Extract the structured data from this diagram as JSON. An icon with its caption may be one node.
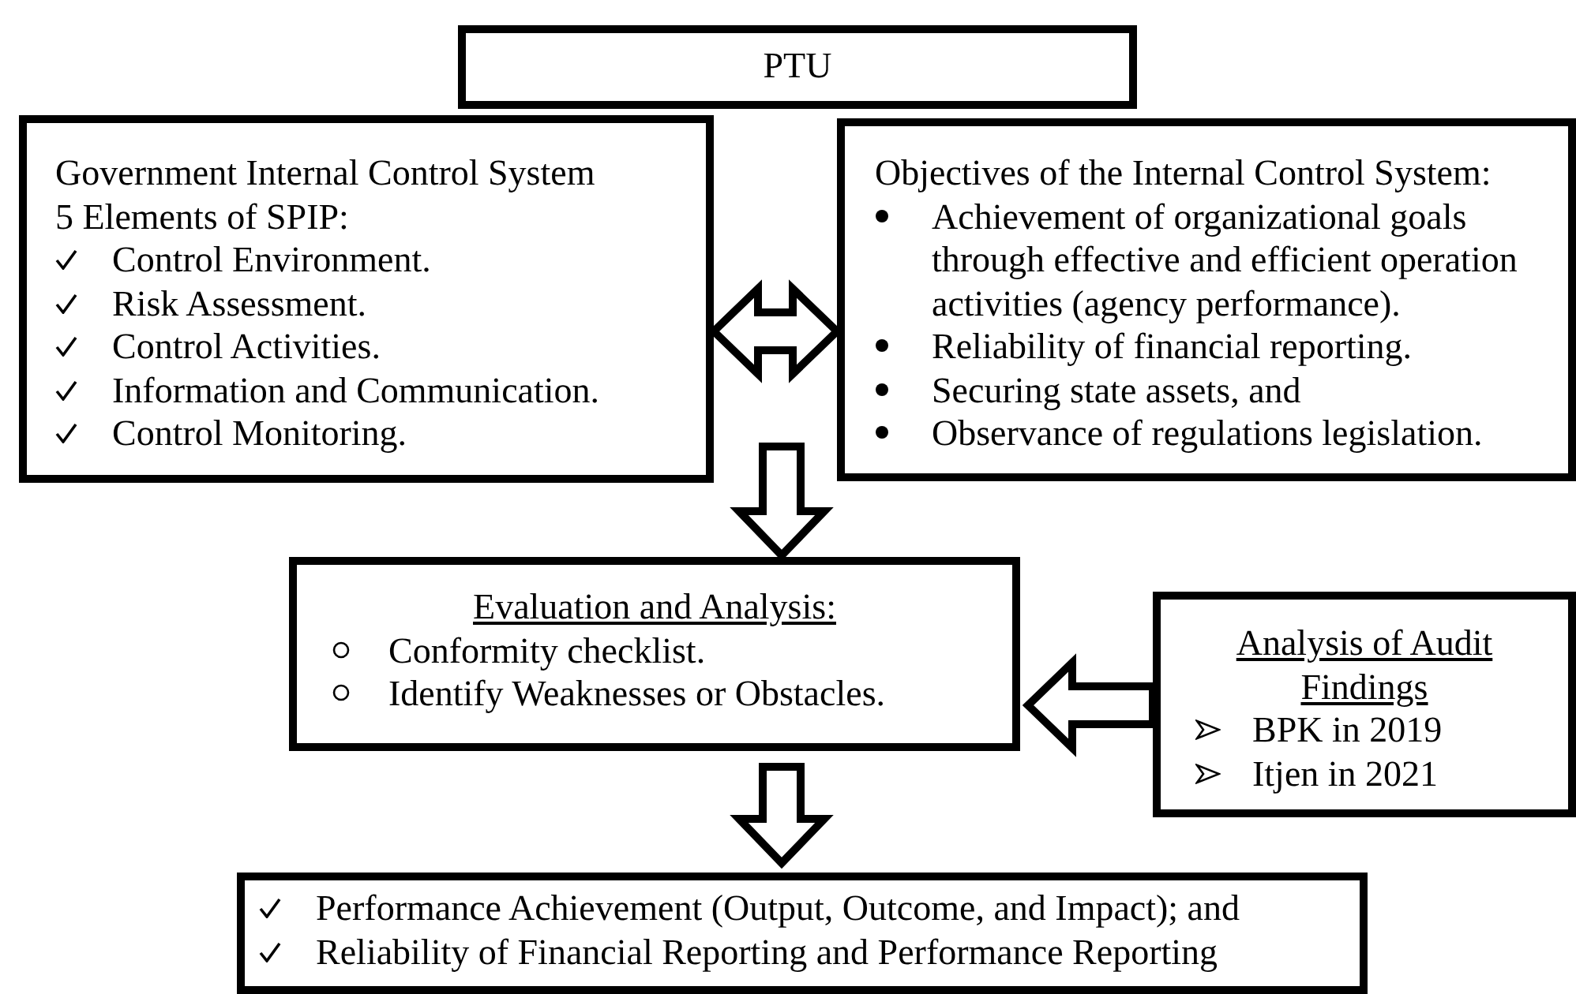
{
  "diagram": {
    "nodes": [
      {
        "text": [
          "PTU"
        ]
      },
      {
        "text": [
          "Government Internal Control System",
          "5 Elements of SPIP:",
          "Control Environment.",
          "Risk Assessment.",
          "Control Activities.",
          "Information and Communication.",
          "Control Monitoring."
        ]
      },
      {
        "text": [
          "Objectives of the Internal Control System:",
          "Achievement of organizational goals through effective and efficient operation activities (agency performance).",
          "Reliability of financial reporting.",
          "Securing state assets, and",
          "Observance of regulations legislation."
        ]
      },
      {
        "text": [
          "Evaluation and Analysis:",
          "Conformity checklist.",
          "Identify Weaknesses or Obstacles."
        ]
      },
      {
        "text": [
          "Analysis of Audit Findings",
          "BPK in 2019",
          "Itjen in 2021"
        ]
      },
      {
        "text": [
          "Performance Achievement (Output, Outcome, and Impact); and",
          "Reliability of Financial Reporting and Performance Reporting"
        ]
      }
    ],
    "edges": [
      {
        "from": 1,
        "to": 2,
        "arrow": "both",
        "style": "thick"
      },
      {
        "from": 1,
        "to": 3,
        "arrow": "to",
        "style": "thick"
      },
      {
        "from": 2,
        "to": 3,
        "arrow": "to",
        "style": "thick"
      },
      {
        "from": 4,
        "to": 3,
        "arrow": "to",
        "style": "thick"
      },
      {
        "from": 3,
        "to": 5,
        "arrow": "to",
        "style": "thick"
      }
    ]
  }
}
